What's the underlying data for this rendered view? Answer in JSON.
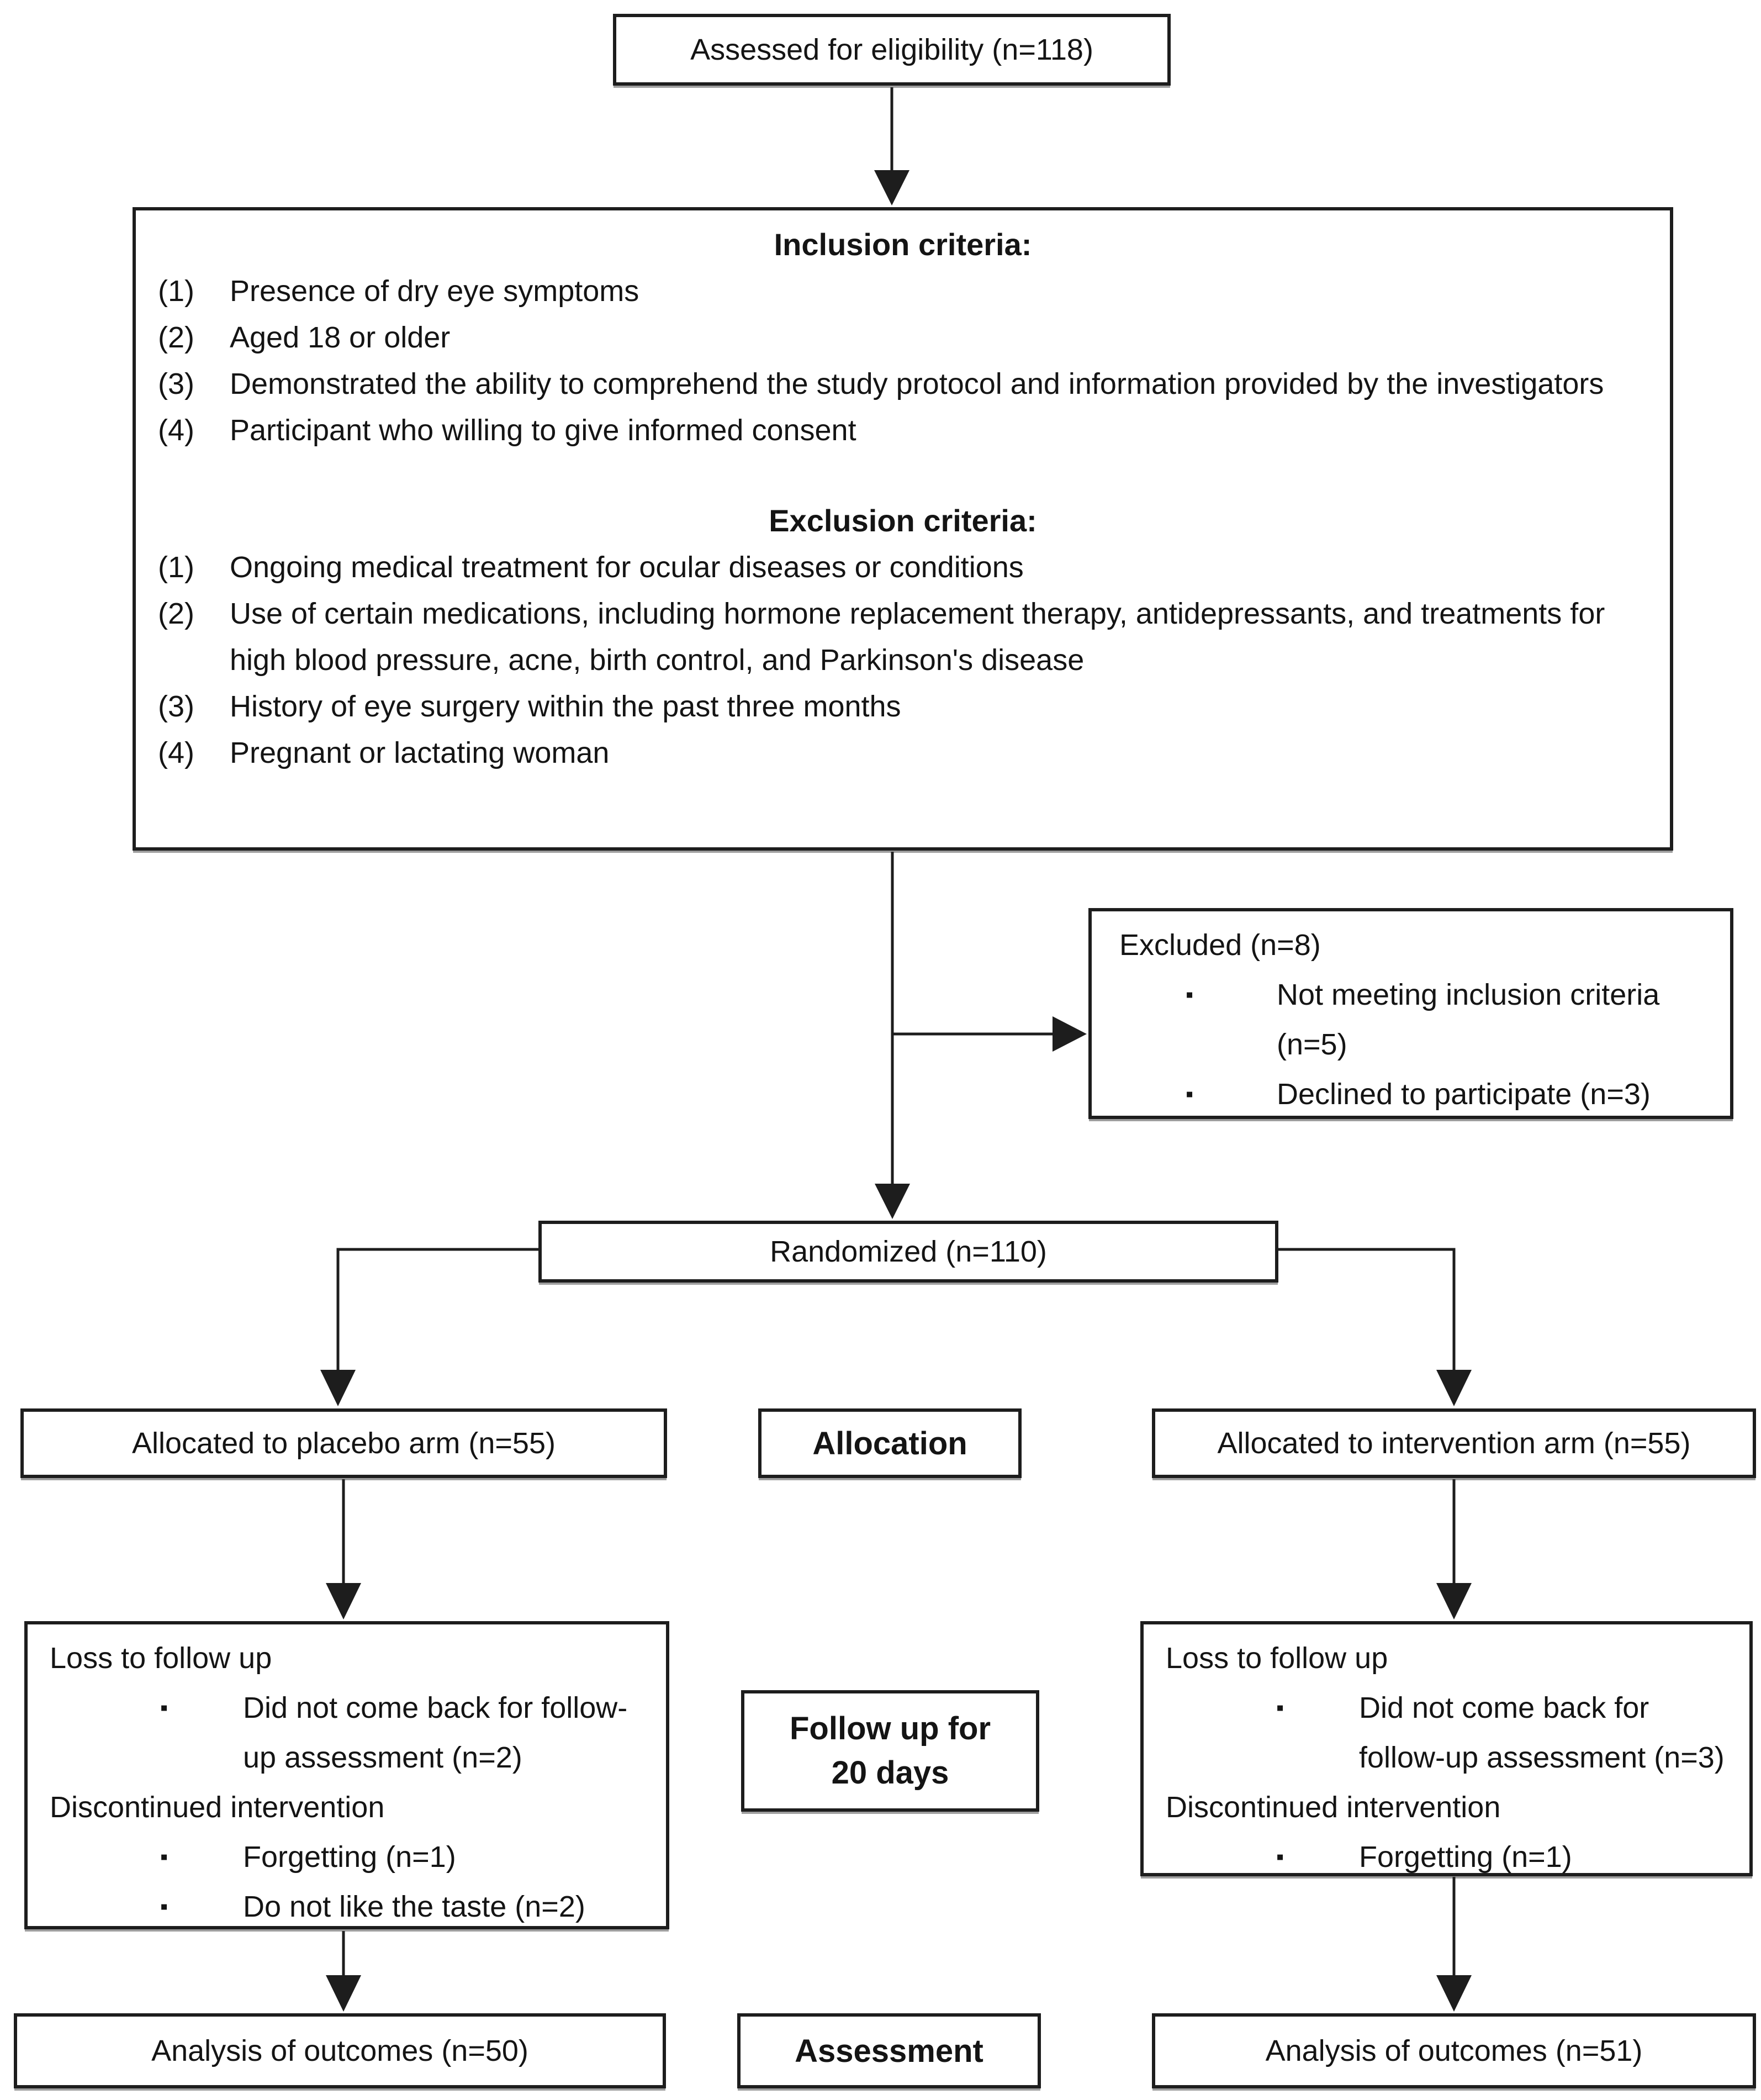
{
  "glyphs": {
    "bullet": "▪"
  },
  "flow": {
    "assessed_label": "Assessed for eligibility (n=118)",
    "criteria": {
      "inclusion_heading": "Inclusion criteria:",
      "inc": [
        {
          "num": "(1)",
          "text": "Presence of dry eye symptoms"
        },
        {
          "num": "(2)",
          "text": "Aged 18 or older"
        },
        {
          "num": "(3)",
          "text": "Demonstrated the ability to comprehend the study protocol and information provided by the investigators"
        },
        {
          "num": "(4)",
          "text": "Participant who willing to give informed consent"
        }
      ],
      "exclusion_heading": "Exclusion criteria:",
      "exc": [
        {
          "num": "(1)",
          "text": "Ongoing medical treatment for ocular diseases or conditions"
        },
        {
          "num": "(2)",
          "text": "Use of certain medications, including hormone replacement therapy, antidepressants, and treatments for high blood pressure, acne, birth control, and Parkinson's disease"
        },
        {
          "num": "(3)",
          "text": "History of eye surgery within the past three months"
        },
        {
          "num": "(4)",
          "text": "Pregnant or lactating woman"
        }
      ]
    },
    "excluded": {
      "title": "Excluded (n=8)",
      "items": [
        "Not meeting inclusion criteria (n=5)",
        "Declined to participate (n=3)"
      ]
    },
    "randomized_label": "Randomized (n=110)",
    "alloc_left_label": "Allocated to placebo arm (n=55)",
    "alloc_stage_label": "Allocation",
    "alloc_right_label": "Allocated to intervention arm (n=55)",
    "loss_left": {
      "heading1": "Loss to follow up",
      "bullet1": "Did not come back for follow-up assessment (n=2)",
      "heading2": "Discontinued intervention",
      "bullet2": "Forgetting (n=1)",
      "bullet3": "Do not like the taste (n=2)"
    },
    "followup_stage_label": "Follow up for 20 days",
    "loss_right": {
      "heading1": "Loss to follow up",
      "bullet1": "Did not come back for follow-up assessment (n=3)",
      "heading2": "Discontinued intervention",
      "bullet2": "Forgetting (n=1)"
    },
    "analysis_left_label": "Analysis of outcomes (n=50)",
    "assessment_stage_label": "Assessment",
    "analysis_right_label": "Analysis of outcomes (n=51)"
  }
}
